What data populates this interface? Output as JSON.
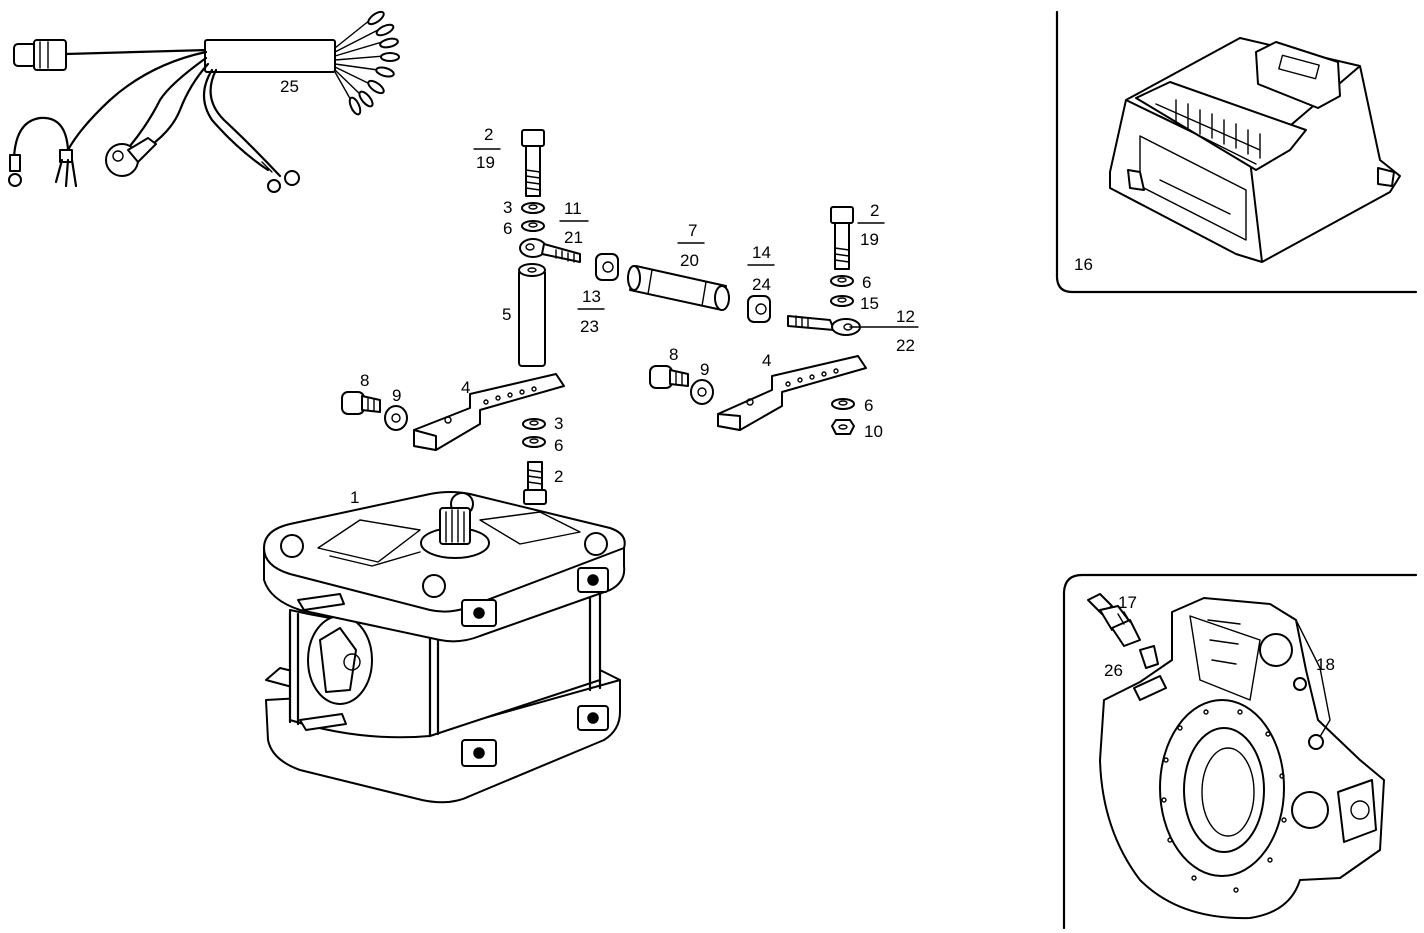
{
  "labels": {
    "l1": "1",
    "l2a": "2",
    "l19a": "19",
    "l3a": "3",
    "l6a": "6",
    "l11": "11",
    "l21": "21",
    "l5": "5",
    "l13": "13",
    "l23": "23",
    "l7": "7",
    "l20": "20",
    "l14": "14",
    "l24": "24",
    "l2b": "2",
    "l19b": "19",
    "l6b": "6",
    "l15": "15",
    "l12": "12",
    "l22": "22",
    "l8a": "8",
    "l9a": "9",
    "l4a": "4",
    "l3b": "3",
    "l6c": "6",
    "l2c": "2",
    "l8b": "8",
    "l9b": "9",
    "l4b": "4",
    "l6d": "6",
    "l10": "10",
    "l25": "25",
    "l16": "16",
    "l17": "17",
    "l26": "26",
    "l18": "18"
  }
}
